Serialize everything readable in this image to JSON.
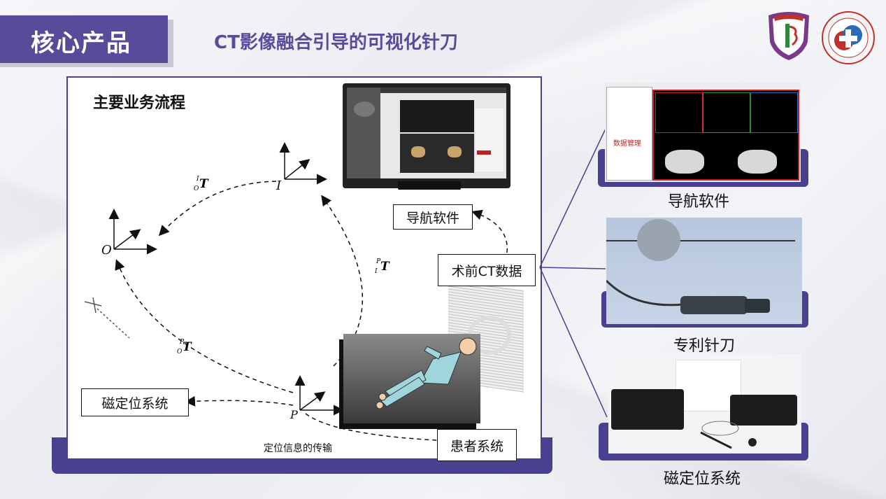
{
  "header": {
    "section_tab": "核心产品",
    "subtitle": "CT影像融合引导的可视化针刀"
  },
  "panel": {
    "title": "主要业务流程",
    "boxes": {
      "nav_software": "导航软件",
      "preop_ct": "术前CT数据",
      "magnetic_system": "磁定位系统",
      "patient_system": "患者系统"
    },
    "transmission_label": "定位信息的传输",
    "frames": {
      "o": "O",
      "i": "I",
      "p": "P"
    },
    "transforms": {
      "oi": "T",
      "oi_sup": "I",
      "oi_sub": "O",
      "pi": "T",
      "pi_sup": "P",
      "pi_sub": "I",
      "op": "T",
      "op_sup": "P",
      "op_sub": "O"
    }
  },
  "software_ui": {
    "data_mgmt": "数据管理"
  },
  "right": {
    "captions": [
      "导航软件",
      "专利针刀",
      "磁定位系统"
    ]
  },
  "colors": {
    "accent": "#5a4a9a",
    "dark_accent": "#4a4090"
  }
}
